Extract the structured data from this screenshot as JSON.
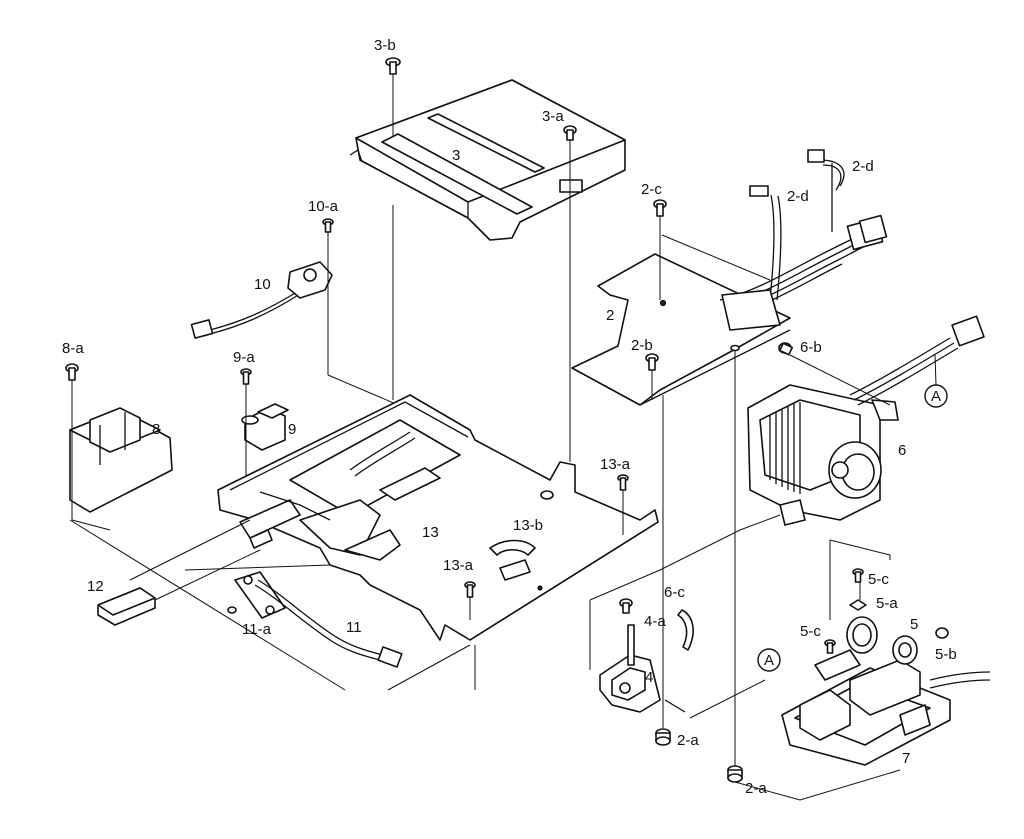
{
  "labels": {
    "l_3b": "3-b",
    "l_3": "3",
    "l_3a": "3-a",
    "l_2c": "2-c",
    "l_2d_1": "2-d",
    "l_2d_2": "2-d",
    "l_10a": "10-a",
    "l_10": "10",
    "l_2": "2",
    "l_2b": "2-b",
    "l_6b": "6-b",
    "l_A1": "A",
    "l_8a": "8-a",
    "l_8": "8",
    "l_9a": "9-a",
    "l_9": "9",
    "l_6": "6",
    "l_13a_1": "13-a",
    "l_13b": "13-b",
    "l_13": "13",
    "l_13a_2": "13-a",
    "l_12": "12",
    "l_11a": "11-a",
    "l_11": "11",
    "l_6c": "6-c",
    "l_4a": "4-a",
    "l_4": "4",
    "l_5c_1": "5-c",
    "l_5a": "5-a",
    "l_5": "5",
    "l_5c_2": "5-c",
    "l_5b": "5-b",
    "l_A2": "A",
    "l_2a_1": "2-a",
    "l_2a_2": "2-a",
    "l_7": "7"
  }
}
